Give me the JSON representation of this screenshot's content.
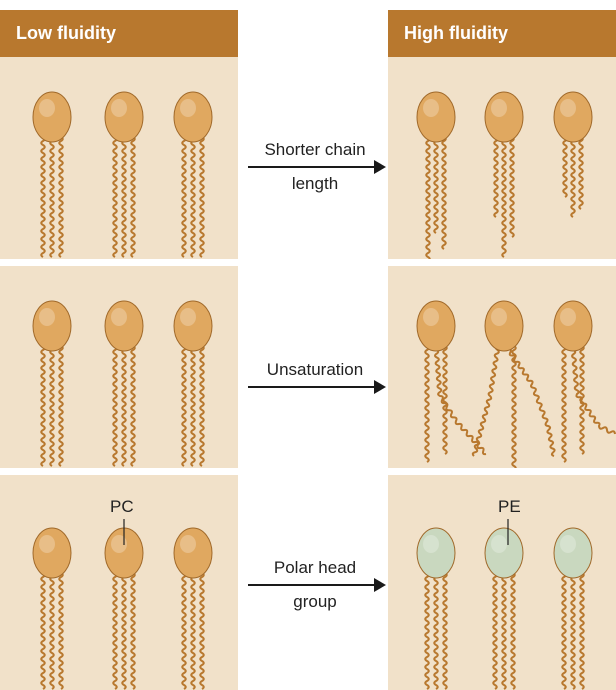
{
  "headers": {
    "left": "Low fluidity",
    "right": "High fluidity"
  },
  "rows": [
    {
      "arrow_line1": "Shorter chain",
      "arrow_line2": "length"
    },
    {
      "arrow_line1": "Unsaturation",
      "arrow_line2": ""
    },
    {
      "arrow_line1": "Polar head",
      "arrow_line2": "group"
    }
  ],
  "head_labels": {
    "left": "PC",
    "right": "PE"
  },
  "colors": {
    "header": "#b8782e",
    "panel": "#f1e1c9",
    "pc_head": "#e0a860",
    "pe_head": "#c9d8bf",
    "tail": "#b8782e"
  }
}
